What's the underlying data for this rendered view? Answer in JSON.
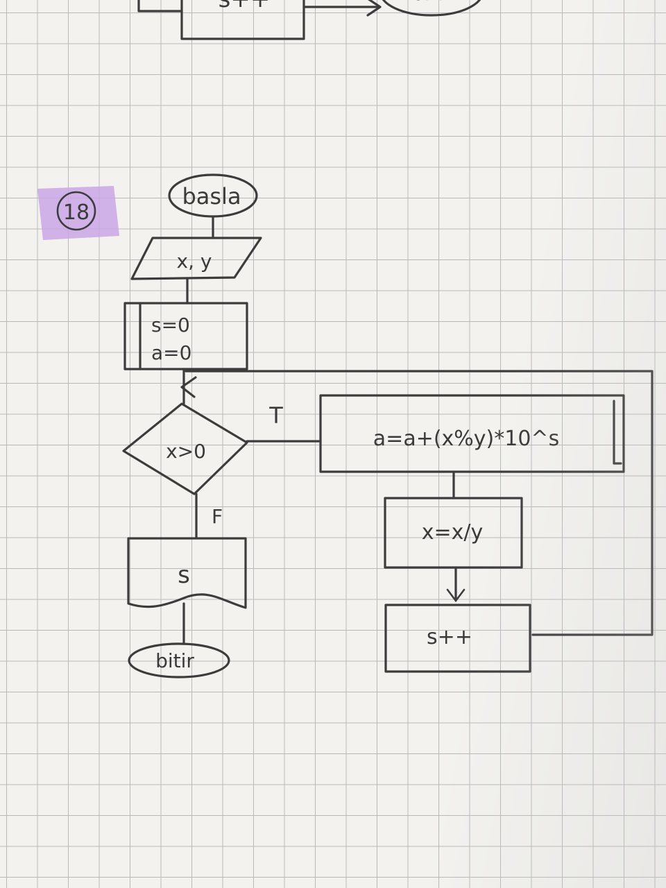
{
  "prev_fragment": {
    "process": "s++",
    "terminal_end": "bitir"
  },
  "problem_number": "18",
  "start_label": "basla",
  "input_label": "x, y",
  "init_lines": [
    "s=0",
    "a=0"
  ],
  "decision_label": "x>0",
  "true_label": "T",
  "false_label": "F",
  "loop_step_1": "a=a+(x%y)*10^s",
  "loop_step_2": "x=x/y",
  "loop_step_3": "s++",
  "output_label": "s",
  "end_label": "bitir",
  "colors": {
    "ink": "#3c3c3c",
    "paper": "#f3f2ef",
    "grid": "#b9b9b9",
    "highlighter": "#c9a6e6"
  }
}
